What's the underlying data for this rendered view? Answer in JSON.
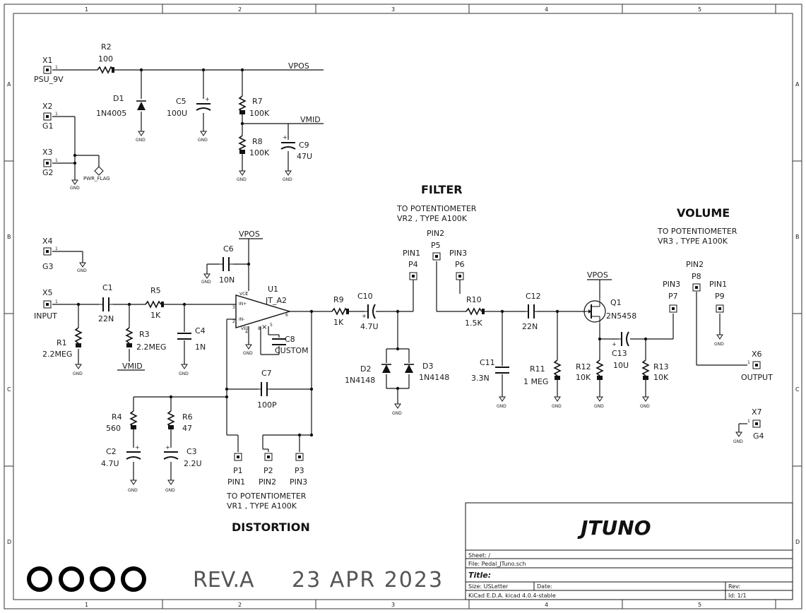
{
  "border": {
    "columns": [
      "1",
      "2",
      "3",
      "4",
      "5"
    ],
    "rows": [
      "A",
      "B",
      "C",
      "D"
    ]
  },
  "power": {
    "x1_ref": "X1",
    "x1_name": "PSU_9V",
    "pin1": "1",
    "r2_ref": "R2",
    "r2_val": "100",
    "d1_ref": "D1",
    "d1_val": "1N4005",
    "c5_ref": "C5",
    "c5_val": "100U",
    "vpos": "VPOS",
    "r7_ref": "R7",
    "r7_val": "100K",
    "r8_ref": "R8",
    "r8_val": "100K",
    "vmid": "VMID",
    "c9_ref": "C9",
    "c9_val": "47U",
    "x2_ref": "X2",
    "x2_name": "G1",
    "x3_ref": "X3",
    "x3_name": "G2",
    "pwr_flag": "PWR_FLAG",
    "gnd": "GND"
  },
  "distortion": {
    "title": "DISTORTION",
    "x4_ref": "X4",
    "x4_name": "G3",
    "x5_ref": "X5",
    "x5_name": "INPUT",
    "c1_ref": "C1",
    "c1_val": "22N",
    "r5_ref": "R5",
    "r5_val": "1K",
    "r1_ref": "R1",
    "r1_val": "2.2MEG",
    "r3_ref": "R3",
    "r3_val": "2.2MEG",
    "c4_ref": "C4",
    "c4_val": "1N",
    "vmid": "VMID",
    "c6_ref": "C6",
    "c6_val": "10N",
    "vpos": "VPOS",
    "u1_ref": "U1",
    "u1_val": "JT_A2",
    "vcc": "VCC",
    "inp": "IN+",
    "inn": "IN-",
    "vee": "VEE",
    "c8_ref": "C8",
    "c8_val": "CUSTOM",
    "c7_ref": "C7",
    "c7_val": "100P",
    "r4_ref": "R4",
    "r4_val": "560",
    "r6_ref": "R6",
    "r6_val": "47",
    "c2_ref": "C2",
    "c2_val": "4.7U",
    "c3_ref": "C3",
    "c3_val": "2.2U",
    "p1_ref": "P1",
    "p1_name": "PIN1",
    "p2_ref": "P2",
    "p2_name": "PIN2",
    "p3_ref": "P3",
    "p3_name": "PIN3",
    "note1": "TO POTENTIOMETER",
    "note2": "VR1 , TYPE A100K",
    "pin3": "3",
    "pin2": "2",
    "pin6": "6",
    "pin7": "7",
    "pin4": "4",
    "pin8": "8",
    "pin5": "5"
  },
  "filter": {
    "title": "FILTER",
    "note1": "TO POTENTIOMETER",
    "note2": "VR2 , TYPE A100K",
    "r9_ref": "R9",
    "r9_val": "1K",
    "c10_ref": "C10",
    "c10_val": "4.7U",
    "d2_ref": "D2",
    "d2_val": "1N4148",
    "d3_ref": "D3",
    "d3_val": "1N4148",
    "p4_ref": "P4",
    "p4_name": "PIN1",
    "p5_ref": "P5",
    "p5_name": "PIN2",
    "p6_ref": "P6",
    "p6_name": "PIN3",
    "r10_ref": "R10",
    "r10_val": "1.5K",
    "c12_ref": "C12",
    "c12_val": "22N",
    "c11_ref": "C11",
    "c11_val": "3.3N",
    "r11_ref": "R11",
    "r11_val": "1 MEG"
  },
  "volume": {
    "title": "VOLUME",
    "note1": "TO POTENTIOMETER",
    "note2": "VR3 , TYPE A100K",
    "vpos": "VPOS",
    "q1_ref": "Q1",
    "q1_val": "2N5458",
    "c13_ref": "C13",
    "c13_val": "10U",
    "r12_ref": "R12",
    "r12_val": "10K",
    "r13_ref": "R13",
    "r13_val": "10K",
    "p7_ref": "P7",
    "p7_name": "PIN3",
    "p8_ref": "P8",
    "p8_name": "PIN2",
    "p9_ref": "P9",
    "p9_name": "PIN1",
    "x6_ref": "X6",
    "x6_name": "OUTPUT",
    "x7_ref": "X7",
    "x7_name": "G4"
  },
  "footer": {
    "rev_text": "REV.A",
    "date_text": "23 APR 2023"
  },
  "title_block": {
    "project": "JTUNO",
    "sheet": "Sheet: /",
    "file": "File: Pedal_JTuno.sch",
    "title_label": "Title:",
    "size": "Size: USLetter",
    "date": "Date:",
    "rev": "Rev:",
    "tool": "KiCad E.D.A.  kicad 4.0.4-stable",
    "id": "Id: 1/1"
  }
}
